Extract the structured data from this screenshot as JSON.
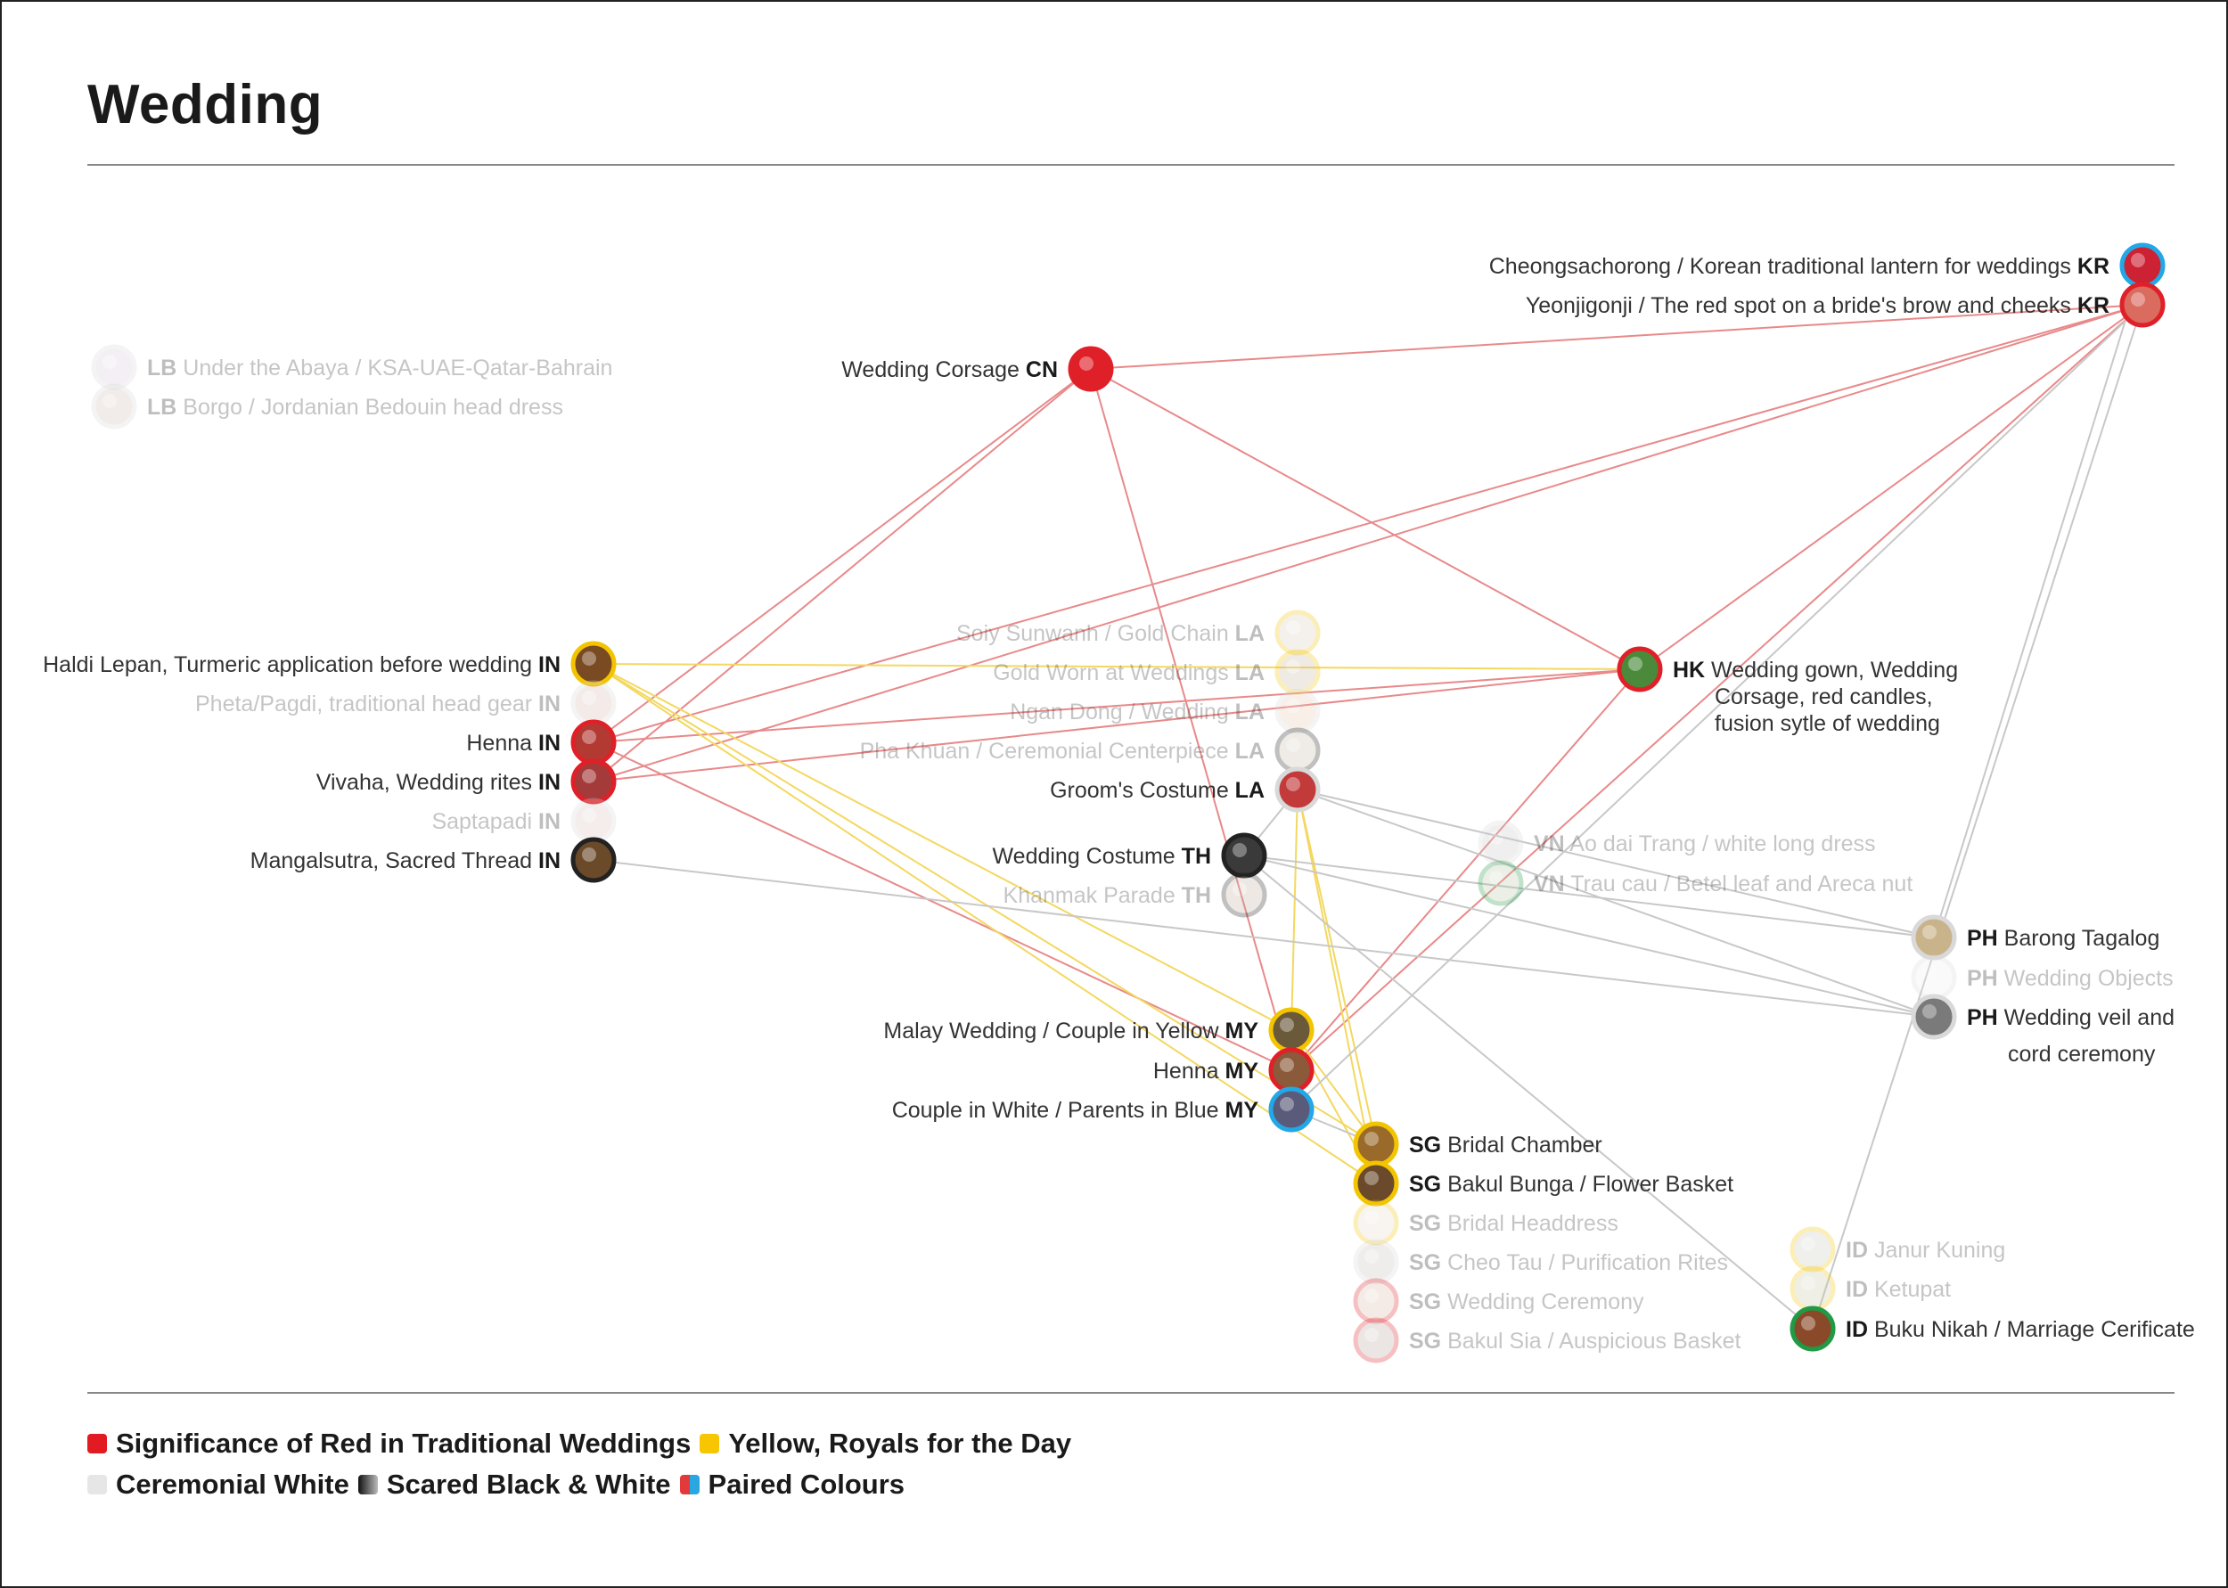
{
  "title": "Wedding",
  "legend": {
    "row1": [
      {
        "label": "Significance of Red in Traditional Weddings",
        "color": "#e21b23"
      },
      {
        "label": "Yellow, Royals for the Day",
        "color": "#f7c600"
      }
    ],
    "row2": [
      {
        "label": "Ceremonial White",
        "color": "#e6e6e6"
      },
      {
        "label": "Scared Black & White",
        "color": "gradient"
      },
      {
        "label": "Paired Colours",
        "color": "pair"
      }
    ]
  },
  "colors": {
    "red": "#e02028",
    "yellow": "#f3c400",
    "white": "#d9d9d9",
    "black": "#222222",
    "blue": "#22a8e6",
    "green": "#1f9a45"
  },
  "nodes": [
    {
      "id": "kr1",
      "code": "KR",
      "label": "Cheongsachorong / Korean traditional lantern for weddings",
      "ring": "blue",
      "fill": "#c23",
      "side": "left",
      "faded": false
    },
    {
      "id": "kr2",
      "code": "KR",
      "label": "Yeonjigonji / The red spot on a bride's brow and cheeks",
      "ring": "red",
      "fill": "#d96b5f",
      "side": "left",
      "faded": false
    },
    {
      "id": "lb1",
      "code": "LB",
      "label": "Under the Abaya / KSA-UAE-Qatar-Bahrain",
      "ring": "white",
      "fill": "#d7c9d9",
      "side": "right",
      "faded": true
    },
    {
      "id": "lb2",
      "code": "LB",
      "label": "Borgo / Jordanian Bedouin head dress",
      "ring": "white",
      "fill": "#cfb9b2",
      "side": "right",
      "faded": true
    },
    {
      "id": "cn",
      "code": "CN",
      "label": "Wedding Corsage",
      "ring": "red",
      "fill": "#e02028",
      "side": "left",
      "faded": false
    },
    {
      "id": "in1",
      "code": "IN",
      "label": "Haldi Lepan, Turmeric application before wedding",
      "ring": "yellow",
      "fill": "#7a4a22",
      "side": "left",
      "faded": false
    },
    {
      "id": "in2",
      "code": "IN",
      "label": "Pheta/Pagdi, traditional head gear",
      "ring": "white",
      "fill": "#d8b8b0",
      "side": "left",
      "faded": true
    },
    {
      "id": "in3",
      "code": "IN",
      "label": "Henna",
      "ring": "red",
      "fill": "#b23a33",
      "side": "left",
      "faded": false
    },
    {
      "id": "in4",
      "code": "IN",
      "label": "Vivaha, Wedding rites",
      "ring": "red",
      "fill": "#a53a3a",
      "side": "left",
      "faded": false
    },
    {
      "id": "in5",
      "code": "IN",
      "label": "Saptapadi",
      "ring": "white",
      "fill": "#d9c0b8",
      "side": "left",
      "faded": true
    },
    {
      "id": "in6",
      "code": "IN",
      "label": "Mangalsutra, Sacred Thread",
      "ring": "black",
      "fill": "#6b4a2a",
      "side": "left",
      "faded": false
    },
    {
      "id": "la1",
      "code": "LA",
      "label": "Soiy Sunwanh / Gold Chain",
      "ring": "yellow",
      "fill": "#d8d0c0",
      "side": "left",
      "faded": true
    },
    {
      "id": "la2",
      "code": "LA",
      "label": "Gold Worn at Weddings",
      "ring": "yellow",
      "fill": "#c9b9a0",
      "side": "left",
      "faded": true
    },
    {
      "id": "la3",
      "code": "LA",
      "label": "Ngan Dong / Wedding",
      "ring": "white",
      "fill": "#e8c8b0",
      "side": "left",
      "faded": true
    },
    {
      "id": "la4",
      "code": "LA",
      "label": "Pha Khuan / Ceremonial Centerpiece",
      "ring": "black",
      "fill": "#c8b8a8",
      "side": "left",
      "faded": true
    },
    {
      "id": "la5",
      "code": "LA",
      "label": "Groom's Costume",
      "ring": "white",
      "fill": "#c23a3a",
      "side": "left",
      "faded": false
    },
    {
      "id": "th1",
      "code": "TH",
      "label": "Wedding Costume",
      "ring": "black",
      "fill": "#3a3a3a",
      "side": "left",
      "faded": false
    },
    {
      "id": "th2",
      "code": "TH",
      "label": "Khanmak Parade",
      "ring": "black",
      "fill": "#c0b0a0",
      "side": "left",
      "faded": true
    },
    {
      "id": "hk",
      "code": "HK",
      "label": "Wedding gown, Wedding",
      "label2": "Corsage, red candles,",
      "label3": "fusion sytle of wedding",
      "ring": "red",
      "fill": "#4a8a3a",
      "side": "right",
      "faded": false
    },
    {
      "id": "vn1",
      "code": "VN",
      "label": "Ao dai Trang / white long dress",
      "ring": "white",
      "fill": "#c8c8c8",
      "side": "right",
      "faded": true
    },
    {
      "id": "vn2",
      "code": "VN",
      "label": "Trau cau / Betel leaf and Areca nut",
      "ring": "green",
      "fill": "#b8c8a8",
      "side": "right",
      "faded": true
    },
    {
      "id": "ph1",
      "code": "PH",
      "label": "Barong Tagalog",
      "ring": "white",
      "fill": "#c9b38a",
      "side": "right",
      "faded": false
    },
    {
      "id": "ph2",
      "code": "PH",
      "label": "Wedding Objects",
      "ring": "white",
      "fill": "#eeeeee",
      "side": "right",
      "faded": true
    },
    {
      "id": "ph3",
      "code": "PH",
      "label": "Wedding veil and",
      "label2": "cord ceremony",
      "ring": "white",
      "fill": "#7a7a7a",
      "side": "right",
      "faded": false
    },
    {
      "id": "my1",
      "code": "MY",
      "label": "Malay Wedding / Couple in Yellow",
      "ring": "yellow",
      "fill": "#6a5a3a",
      "side": "left",
      "faded": false
    },
    {
      "id": "my2",
      "code": "MY",
      "label": "Henna",
      "ring": "red",
      "fill": "#8a5a3a",
      "side": "left",
      "faded": false
    },
    {
      "id": "my3",
      "code": "MY",
      "label": "Couple in White / Parents in Blue",
      "ring": "blue",
      "fill": "#5a5a7a",
      "side": "left",
      "faded": false
    },
    {
      "id": "sg1",
      "code": "SG",
      "label": "Bridal Chamber",
      "ring": "yellow",
      "fill": "#9a6a2a",
      "side": "right",
      "faded": false
    },
    {
      "id": "sg2",
      "code": "SG",
      "label": "Bakul Bunga / Flower Basket",
      "ring": "yellow",
      "fill": "#6a4a2a",
      "side": "right",
      "faded": false
    },
    {
      "id": "sg3",
      "code": "SG",
      "label": "Bridal Headdress",
      "ring": "yellow",
      "fill": "#e8d8c8",
      "side": "right",
      "faded": true
    },
    {
      "id": "sg4",
      "code": "SG",
      "label": "Cheo Tau / Purification Rites",
      "ring": "white",
      "fill": "#c8c0b8",
      "side": "right",
      "faded": true
    },
    {
      "id": "sg5",
      "code": "SG",
      "label": "Wedding Ceremony",
      "ring": "red",
      "fill": "#d8b8a8",
      "side": "right",
      "faded": true
    },
    {
      "id": "sg6",
      "code": "SG",
      "label": "Bakul Sia / Auspicious Basket",
      "ring": "red",
      "fill": "#b8a8a0",
      "side": "right",
      "faded": true
    },
    {
      "id": "id1",
      "code": "ID",
      "label": "Janur Kuning",
      "ring": "yellow",
      "fill": "#c8c8b8",
      "side": "right",
      "faded": true
    },
    {
      "id": "id2",
      "code": "ID",
      "label": "Ketupat",
      "ring": "yellow",
      "fill": "#c8c8a8",
      "side": "right",
      "faded": true
    },
    {
      "id": "id3",
      "code": "ID",
      "label": "Buku Nikah / Marriage Cerificate",
      "ring": "green",
      "fill": "#8a4a2a",
      "side": "right",
      "faded": false
    }
  ],
  "edges": [
    {
      "from": "cn",
      "to": "kr2",
      "color": "red"
    },
    {
      "from": "cn",
      "to": "in3",
      "color": "red"
    },
    {
      "from": "cn",
      "to": "in4",
      "color": "red"
    },
    {
      "from": "cn",
      "to": "hk",
      "color": "red"
    },
    {
      "from": "cn",
      "to": "my2",
      "color": "red"
    },
    {
      "from": "kr2",
      "to": "in3",
      "color": "red"
    },
    {
      "from": "kr2",
      "to": "in4",
      "color": "red"
    },
    {
      "from": "kr2",
      "to": "hk",
      "color": "red"
    },
    {
      "from": "kr2",
      "to": "my2",
      "color": "red"
    },
    {
      "from": "in3",
      "to": "hk",
      "color": "red"
    },
    {
      "from": "in4",
      "to": "hk",
      "color": "red"
    },
    {
      "from": "hk",
      "to": "my2",
      "color": "red"
    },
    {
      "from": "in3",
      "to": "my2",
      "color": "red"
    },
    {
      "from": "in1",
      "to": "hk",
      "color": "yellow"
    },
    {
      "from": "in1",
      "to": "my1",
      "color": "yellow"
    },
    {
      "from": "in1",
      "to": "sg1",
      "color": "yellow"
    },
    {
      "from": "in1",
      "to": "sg2",
      "color": "yellow"
    },
    {
      "from": "la5",
      "to": "my1",
      "color": "yellow"
    },
    {
      "from": "la5",
      "to": "sg1",
      "color": "yellow"
    },
    {
      "from": "la5",
      "to": "sg2",
      "color": "yellow"
    },
    {
      "from": "my1",
      "to": "sg1",
      "color": "yellow"
    },
    {
      "from": "my1",
      "to": "sg2",
      "color": "yellow"
    },
    {
      "from": "in6",
      "to": "ph3",
      "color": "white"
    },
    {
      "from": "la5",
      "to": "ph1",
      "color": "white"
    },
    {
      "from": "la5",
      "to": "ph3",
      "color": "white"
    },
    {
      "from": "la5",
      "to": "th1",
      "color": "white"
    },
    {
      "from": "th1",
      "to": "ph1",
      "color": "white"
    },
    {
      "from": "th1",
      "to": "ph3",
      "color": "white"
    },
    {
      "from": "th1",
      "to": "id3",
      "color": "white"
    },
    {
      "from": "my3",
      "to": "kr2",
      "color": "white"
    },
    {
      "from": "my3",
      "to": "sg1",
      "color": "white"
    },
    {
      "from": "ph1",
      "to": "kr1",
      "color": "white"
    },
    {
      "from": "id3",
      "to": "kr2",
      "color": "white"
    }
  ]
}
